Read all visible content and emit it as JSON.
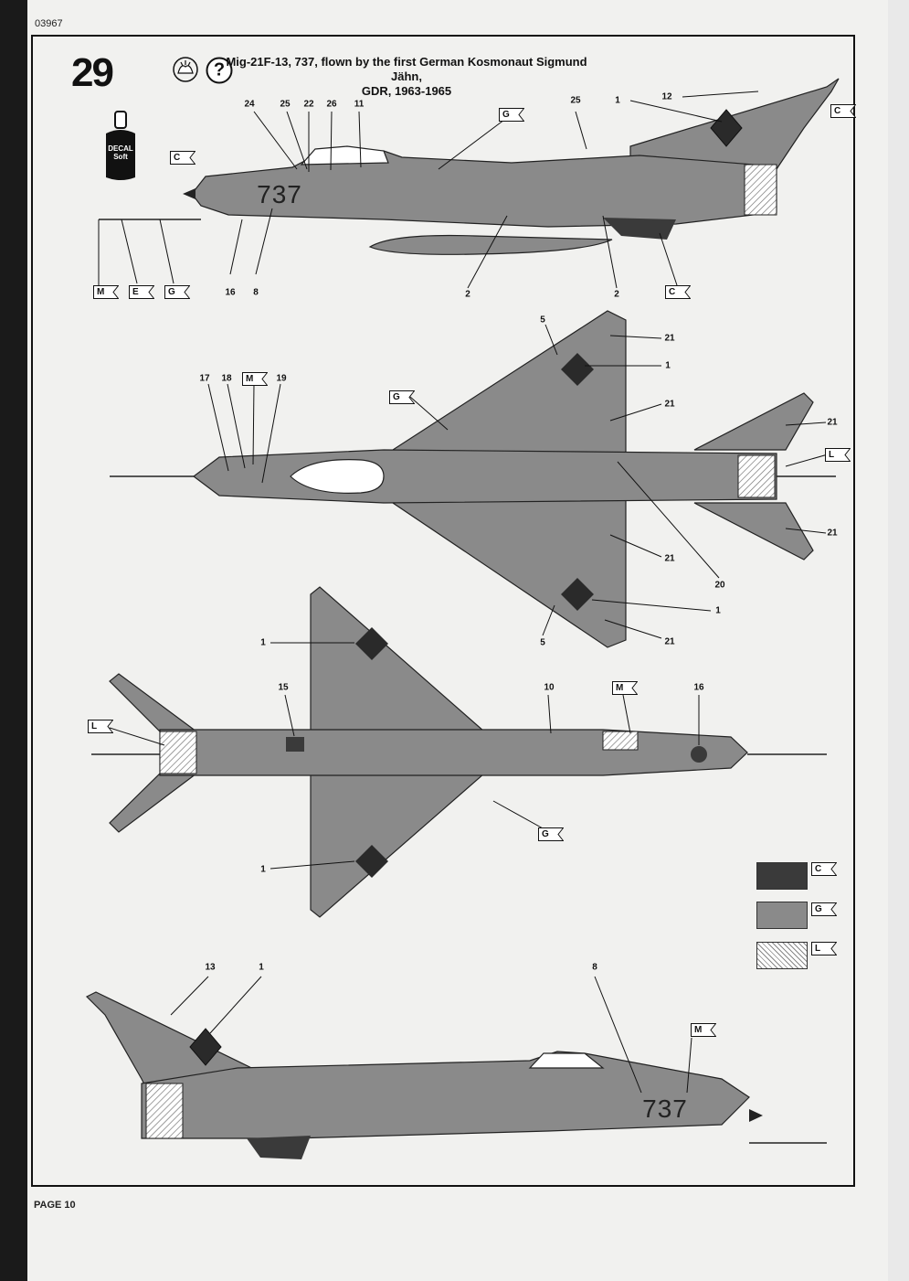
{
  "doc_code": "03967",
  "step_number": "29",
  "title_line1": "Mig-21F-13, 737, flown by the first German Kosmonaut Sigmund Jähn,",
  "title_line2": "GDR, 1963-1965",
  "page_label": "PAGE 10",
  "decal_jar": {
    "line1": "DECAL",
    "line2": "Soft"
  },
  "aircraft_number": "737",
  "icons": [
    "clean-hands-icon",
    "question-mark-icon",
    "decal-soft-jar-icon"
  ],
  "question_glyph": "?",
  "legend": [
    {
      "code": "C",
      "color": "#3a3a3a",
      "pattern": "solid"
    },
    {
      "code": "G",
      "color": "#8a8a8a",
      "pattern": "solid"
    },
    {
      "code": "L",
      "color": "#ffffff",
      "pattern": "hatched"
    }
  ],
  "views": {
    "side_left": {
      "numbers": [
        "24",
        "25",
        "22",
        "26",
        "11",
        "25",
        "1",
        "12",
        "16",
        "8",
        "2",
        "2"
      ],
      "flags": [
        "G",
        "C",
        "C",
        "M",
        "E",
        "G",
        "C"
      ]
    },
    "top": {
      "numbers": [
        "5",
        "21",
        "1",
        "17",
        "18",
        "19",
        "21",
        "21",
        "21",
        "20",
        "21",
        "1",
        "5",
        "21"
      ],
      "flags": [
        "M",
        "G",
        "L"
      ]
    },
    "bottom": {
      "numbers": [
        "1",
        "15",
        "10",
        "16",
        "1"
      ],
      "flags": [
        "M",
        "L",
        "G"
      ]
    },
    "side_right": {
      "numbers": [
        "13",
        "1",
        "8"
      ],
      "flags": [
        "M"
      ]
    }
  }
}
